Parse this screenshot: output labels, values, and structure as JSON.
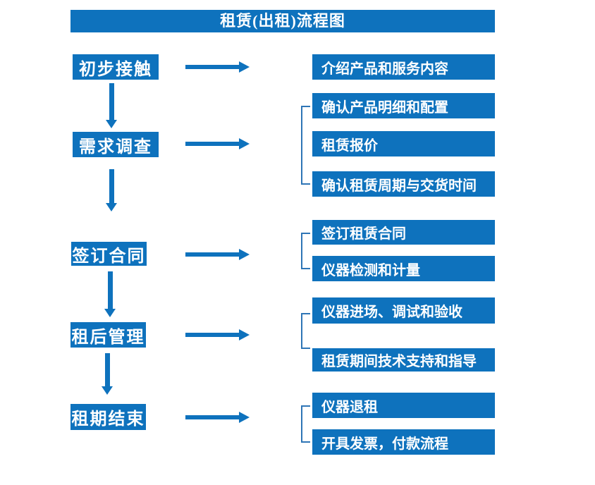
{
  "title": "租赁(出租)流程图",
  "colors": {
    "primary": "#0e72bd",
    "bracket": "#2e75b6",
    "text": "#ffffff"
  },
  "steps": [
    {
      "label": "初步接触",
      "outputs": [
        "介绍产品和服务内容"
      ]
    },
    {
      "label": "需求调查",
      "outputs": [
        "确认产品明细和配置",
        "租赁报价",
        "确认租赁周期与交货时间"
      ]
    },
    {
      "label": "签订合同",
      "outputs": [
        "签订租赁合同",
        "仪器检测和计量"
      ]
    },
    {
      "label": "租后管理",
      "outputs": [
        "仪器进场、调试和验收",
        "租赁期间技术支持和指导"
      ]
    },
    {
      "label": "租期结束",
      "outputs": [
        "仪器退租",
        "开具发票，付款流程"
      ]
    }
  ]
}
